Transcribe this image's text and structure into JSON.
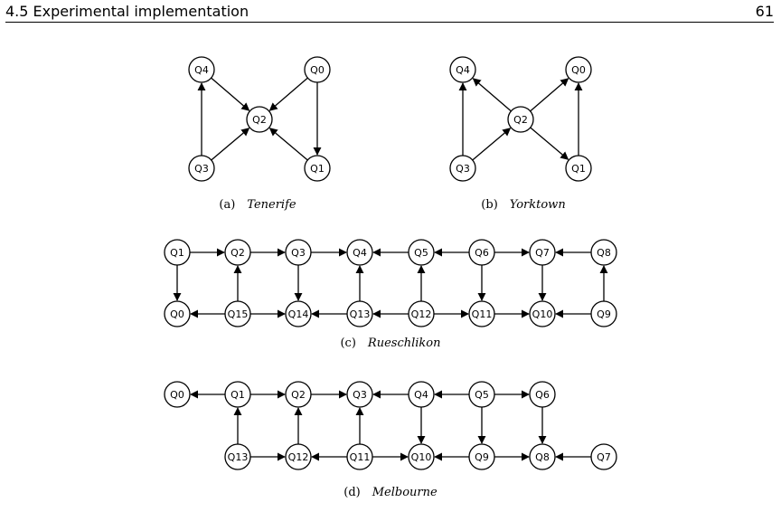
{
  "header": {
    "section": "4.5 Experimental implementation",
    "page": "61"
  },
  "figures": [
    {
      "id": "a",
      "caption_label": "(a)",
      "caption_name": "Tenerife",
      "nodes": [
        "Q0",
        "Q1",
        "Q2",
        "Q3",
        "Q4"
      ],
      "edges": [
        [
          "Q0",
          "Q2"
        ],
        [
          "Q0",
          "Q1"
        ],
        [
          "Q1",
          "Q2"
        ],
        [
          "Q3",
          "Q2"
        ],
        [
          "Q3",
          "Q4"
        ],
        [
          "Q4",
          "Q2"
        ]
      ]
    },
    {
      "id": "b",
      "caption_label": "(b)",
      "caption_name": "Yorktown",
      "nodes": [
        "Q0",
        "Q1",
        "Q2",
        "Q3",
        "Q4"
      ],
      "edges": [
        [
          "Q2",
          "Q4"
        ],
        [
          "Q2",
          "Q0"
        ],
        [
          "Q2",
          "Q1"
        ],
        [
          "Q3",
          "Q2"
        ],
        [
          "Q3",
          "Q4"
        ],
        [
          "Q1",
          "Q0"
        ]
      ]
    },
    {
      "id": "c",
      "caption_label": "(c)",
      "caption_name": "Rueschlikon",
      "nodes": [
        "Q0",
        "Q1",
        "Q2",
        "Q3",
        "Q4",
        "Q5",
        "Q6",
        "Q7",
        "Q8",
        "Q9",
        "Q10",
        "Q11",
        "Q12",
        "Q13",
        "Q14",
        "Q15"
      ],
      "edges": [
        [
          "Q1",
          "Q2"
        ],
        [
          "Q2",
          "Q3"
        ],
        [
          "Q3",
          "Q4"
        ],
        [
          "Q5",
          "Q4"
        ],
        [
          "Q6",
          "Q5"
        ],
        [
          "Q6",
          "Q7"
        ],
        [
          "Q8",
          "Q7"
        ],
        [
          "Q1",
          "Q0"
        ],
        [
          "Q15",
          "Q2"
        ],
        [
          "Q3",
          "Q14"
        ],
        [
          "Q13",
          "Q4"
        ],
        [
          "Q12",
          "Q5"
        ],
        [
          "Q6",
          "Q11"
        ],
        [
          "Q7",
          "Q10"
        ],
        [
          "Q9",
          "Q8"
        ],
        [
          "Q15",
          "Q0"
        ],
        [
          "Q15",
          "Q14"
        ],
        [
          "Q13",
          "Q14"
        ],
        [
          "Q12",
          "Q13"
        ],
        [
          "Q12",
          "Q11"
        ],
        [
          "Q11",
          "Q10"
        ],
        [
          "Q9",
          "Q10"
        ]
      ]
    },
    {
      "id": "d",
      "caption_label": "(d)",
      "caption_name": "Melbourne",
      "nodes": [
        "Q0",
        "Q1",
        "Q2",
        "Q3",
        "Q4",
        "Q5",
        "Q6",
        "Q7",
        "Q8",
        "Q9",
        "Q10",
        "Q11",
        "Q12",
        "Q13"
      ],
      "edges": [
        [
          "Q1",
          "Q0"
        ],
        [
          "Q1",
          "Q2"
        ],
        [
          "Q2",
          "Q3"
        ],
        [
          "Q4",
          "Q3"
        ],
        [
          "Q5",
          "Q4"
        ],
        [
          "Q5",
          "Q6"
        ],
        [
          "Q13",
          "Q1"
        ],
        [
          "Q12",
          "Q2"
        ],
        [
          "Q11",
          "Q3"
        ],
        [
          "Q4",
          "Q10"
        ],
        [
          "Q5",
          "Q9"
        ],
        [
          "Q6",
          "Q8"
        ],
        [
          "Q13",
          "Q12"
        ],
        [
          "Q11",
          "Q12"
        ],
        [
          "Q11",
          "Q10"
        ],
        [
          "Q9",
          "Q10"
        ],
        [
          "Q9",
          "Q8"
        ],
        [
          "Q7",
          "Q8"
        ]
      ]
    }
  ]
}
